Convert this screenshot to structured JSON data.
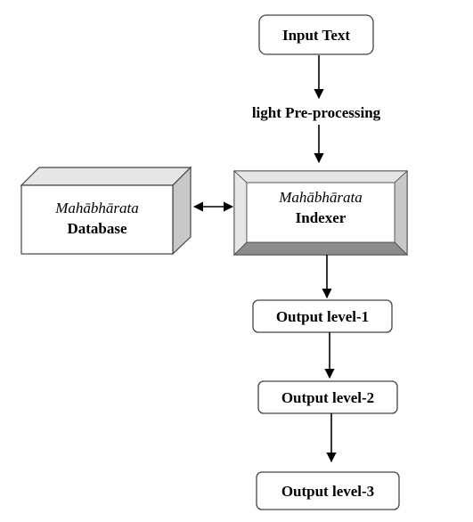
{
  "nodes": {
    "input_text": "Input Text",
    "preprocessing": "light Pre-processing",
    "database": {
      "line1": "Mahābhārata",
      "line2": "Database"
    },
    "indexer": {
      "line1": "Mahābhārata",
      "line2": "Indexer"
    },
    "output1": "Output level-1",
    "output2": "Output level-2",
    "output3": "Output level-3"
  },
  "colors": {
    "box_border": "#444444",
    "bevel_light": "#e6e6e6",
    "bevel_side": "#c8c8c8",
    "bevel_dark": "#8c8c8c",
    "arrow": "#000000"
  }
}
